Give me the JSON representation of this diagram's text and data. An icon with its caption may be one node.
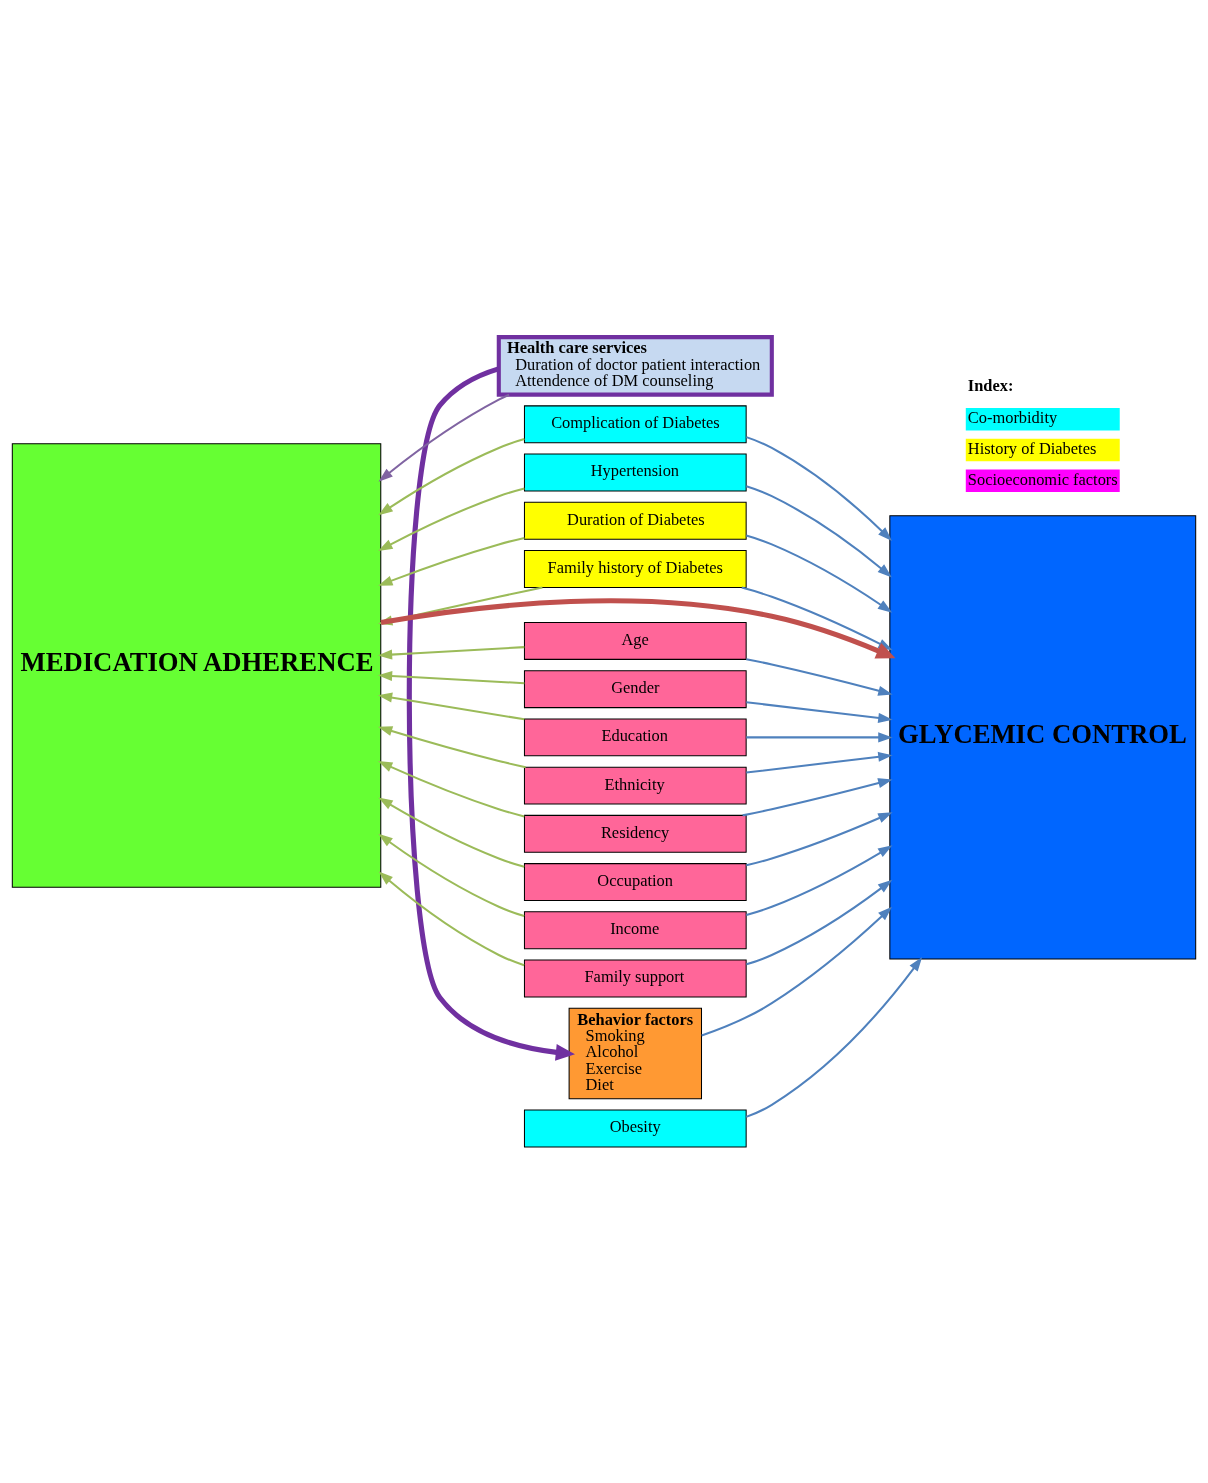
{
  "diagram": {
    "nodes": [
      {
        "text": [
          "Health care services",
          "Duration of doctor patient interaction",
          "Attendence of DM counseling"
        ]
      },
      {
        "text": [
          "Behavior factors",
          "Smoking",
          "Alcohol",
          "Exercise",
          "Diet"
        ]
      },
      {
        "text": [
          "Obesity"
        ]
      },
      {
        "text": [
          "Complication of Diabetes"
        ]
      },
      {
        "text": [
          "Hypertension"
        ]
      },
      {
        "text": [
          "Duration of Diabetes"
        ]
      },
      {
        "text": [
          "Family history of Diabetes"
        ]
      },
      {
        "text": [
          "MEDICATION ADHERENCE"
        ]
      },
      {
        "text": [
          "GLYCEMIC CONTROL"
        ]
      },
      {
        "text": [
          "Age"
        ]
      },
      {
        "text": [
          "Gender"
        ]
      },
      {
        "text": [
          "Education"
        ]
      },
      {
        "text": [
          "Ethnicity"
        ]
      },
      {
        "text": [
          "Residency"
        ]
      },
      {
        "text": [
          "Occupation"
        ]
      },
      {
        "text": [
          "Income"
        ]
      },
      {
        "text": [
          "Family support"
        ]
      }
    ],
    "edges": [
      {
        "from": 0,
        "to": 1,
        "arrow": "to",
        "style": "thick",
        "color": "#7030a0"
      },
      {
        "from": 0,
        "to": 7,
        "arrow": "to",
        "color": "#8064a2"
      },
      {
        "from": 1,
        "to": 8,
        "arrow": "to"
      },
      {
        "from": 2,
        "to": 8,
        "arrow": "to"
      },
      {
        "from": 3,
        "to": 8,
        "arrow": "to"
      },
      {
        "from": 4,
        "to": 8,
        "arrow": "to"
      },
      {
        "from": 5,
        "to": 8,
        "arrow": "to"
      },
      {
        "from": 6,
        "to": 8,
        "arrow": "to"
      },
      {
        "from": 3,
        "to": 7,
        "arrow": "to",
        "color": "#9bbb59"
      },
      {
        "from": 4,
        "to": 7,
        "arrow": "to",
        "color": "#9bbb59"
      },
      {
        "from": 5,
        "to": 7,
        "arrow": "to",
        "color": "#9bbb59"
      },
      {
        "from": 6,
        "to": 7,
        "arrow": "to",
        "color": "#9bbb59"
      },
      {
        "from": 7,
        "to": 8,
        "arrow": "to",
        "style": "thick",
        "color": "#c0504d"
      },
      {
        "from": 9,
        "to": 7,
        "arrow": "to",
        "color": "#9bbb59"
      },
      {
        "from": 10,
        "to": 7,
        "arrow": "to",
        "color": "#9bbb59"
      },
      {
        "from": 11,
        "to": 7,
        "arrow": "to",
        "color": "#9bbb59"
      },
      {
        "from": 12,
        "to": 7,
        "arrow": "to",
        "color": "#9bbb59"
      },
      {
        "from": 13,
        "to": 7,
        "arrow": "to",
        "color": "#9bbb59"
      },
      {
        "from": 14,
        "to": 7,
        "arrow": "to",
        "color": "#9bbb59"
      },
      {
        "from": 15,
        "to": 7,
        "arrow": "to",
        "color": "#9bbb59"
      },
      {
        "from": 16,
        "to": 7,
        "arrow": "to",
        "color": "#9bbb59"
      },
      {
        "from": 9,
        "to": 8,
        "arrow": "to"
      },
      {
        "from": 10,
        "to": 8,
        "arrow": "to"
      },
      {
        "from": 11,
        "to": 8,
        "arrow": "to"
      },
      {
        "from": 12,
        "to": 8,
        "arrow": "to"
      },
      {
        "from": 13,
        "to": 8,
        "arrow": "to"
      },
      {
        "from": 14,
        "to": 8,
        "arrow": "to"
      },
      {
        "from": 15,
        "to": 8,
        "arrow": "to"
      },
      {
        "from": 16,
        "to": 8,
        "arrow": "to"
      }
    ],
    "labels": [
      "Index:"
    ],
    "legend": [
      {
        "text": "Co-morbidity",
        "color": "#00ffff"
      },
      {
        "text": "History of Diabetes",
        "color": "#ffff00"
      },
      {
        "text": "Socioeconomic factors",
        "color": "#ff00ff"
      }
    ]
  }
}
